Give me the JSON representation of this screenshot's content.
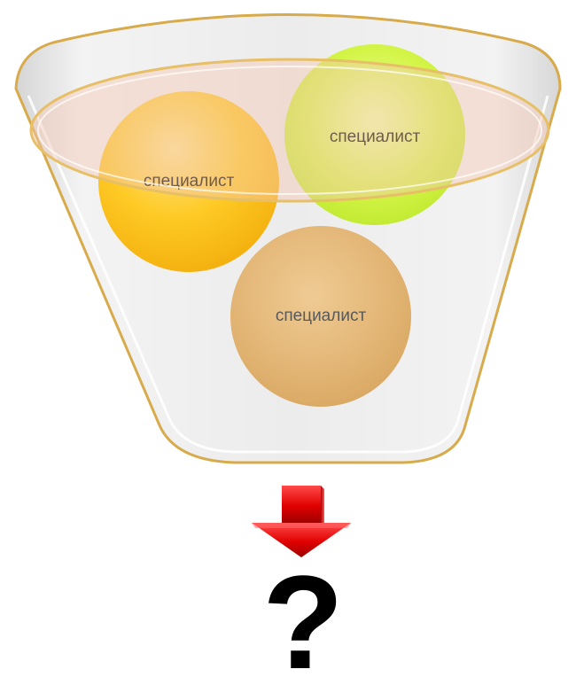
{
  "funnel": {
    "circles": [
      {
        "label": "специалист",
        "color": "#FFBE00",
        "text_color": "#000000"
      },
      {
        "label": "специалист",
        "color": "#C8F534",
        "text_color": "#000000"
      },
      {
        "label": "специалист",
        "color": "#DDAA60",
        "text_color": "#595959"
      }
    ],
    "funnel_color": "#DDDDDD",
    "rim_color": "#E6BF66",
    "rim_fill": "#F8DCCB"
  },
  "arrow": {
    "color": "#E00000",
    "icon": "down-arrow-icon"
  },
  "result": {
    "label": "?"
  }
}
